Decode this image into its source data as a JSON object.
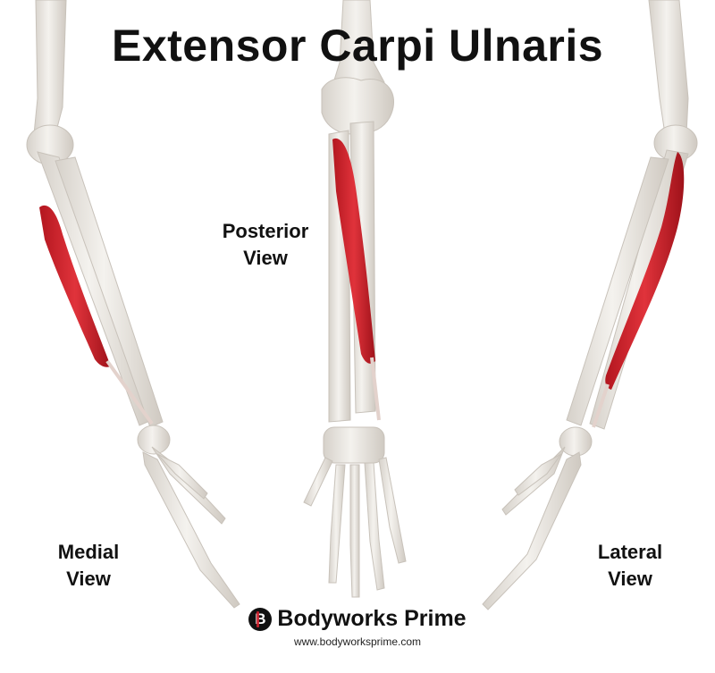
{
  "title": "Extensor Carpi Ulnaris",
  "views": {
    "medial": {
      "line1": "Medial",
      "line2": "View"
    },
    "posterior": {
      "line1": "Posterior",
      "line2": "View"
    },
    "lateral": {
      "line1": "Lateral",
      "line2": "View"
    }
  },
  "brand": {
    "logo_letter": "B",
    "name": "Bodyworks Prime",
    "url": "www.bodyworksprime.com"
  },
  "colors": {
    "bone": "#eeebe6",
    "bone_shadow": "#cfcac3",
    "muscle": "#d8262f",
    "muscle_dark": "#a9141c",
    "text": "#111111"
  }
}
